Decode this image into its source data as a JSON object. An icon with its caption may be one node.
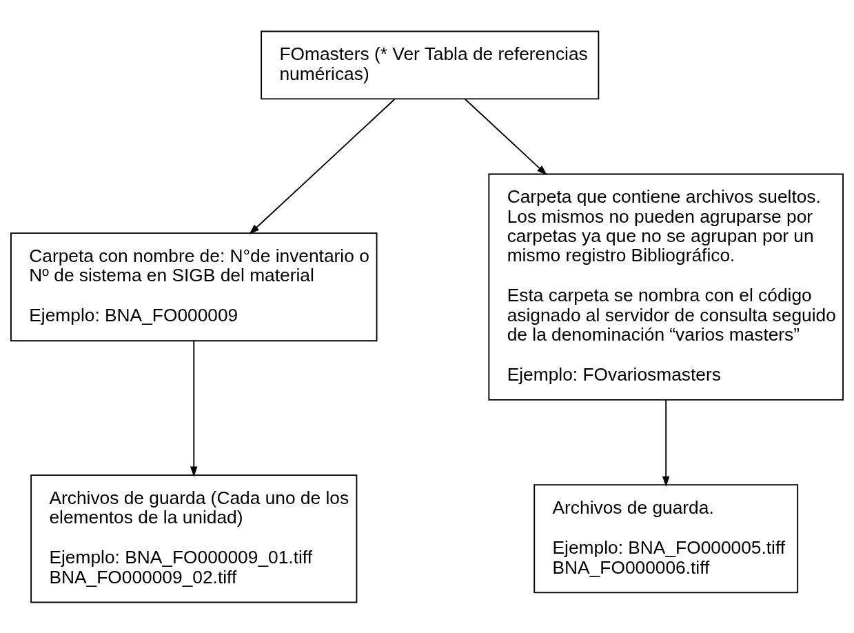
{
  "diagram": {
    "nodes": [
      {
        "text": [
          "FOmasters (* Ver Tabla de referencias numéricas)"
        ]
      },
      {
        "text": [
          "Carpeta con nombre de: N°de inventario o Nº de sistema en SIGB del material",
          "Ejemplo: BNA_FO000009"
        ]
      },
      {
        "text": [
          "Carpeta que contiene archivos sueltos. Los mismos no pueden agruparse por carpetas ya que no se agrupan por un mismo registro Bibliográfico.",
          "Esta carpeta se nombra con el código asignado al servidor de consulta seguido de la denominación “varios masters”",
          "Ejemplo: FOvariosmasters"
        ]
      },
      {
        "text": [
          "Archivos de guarda (Cada uno de los elementos de la unidad)",
          "Ejemplo: BNA_FO000009_01.tiff BNA_FO000009_02.tiff"
        ]
      },
      {
        "text": [
          "Archivos de guarda.",
          "Ejemplo: BNA_FO000005.tiff BNA_FO000006.tiff"
        ]
      }
    ],
    "edges": [
      {
        "from": 0,
        "to": 1,
        "arrow": "to"
      },
      {
        "from": 0,
        "to": 2,
        "arrow": "to"
      },
      {
        "from": 1,
        "to": 3,
        "arrow": "to"
      },
      {
        "from": 2,
        "to": 4,
        "arrow": "to"
      }
    ]
  }
}
